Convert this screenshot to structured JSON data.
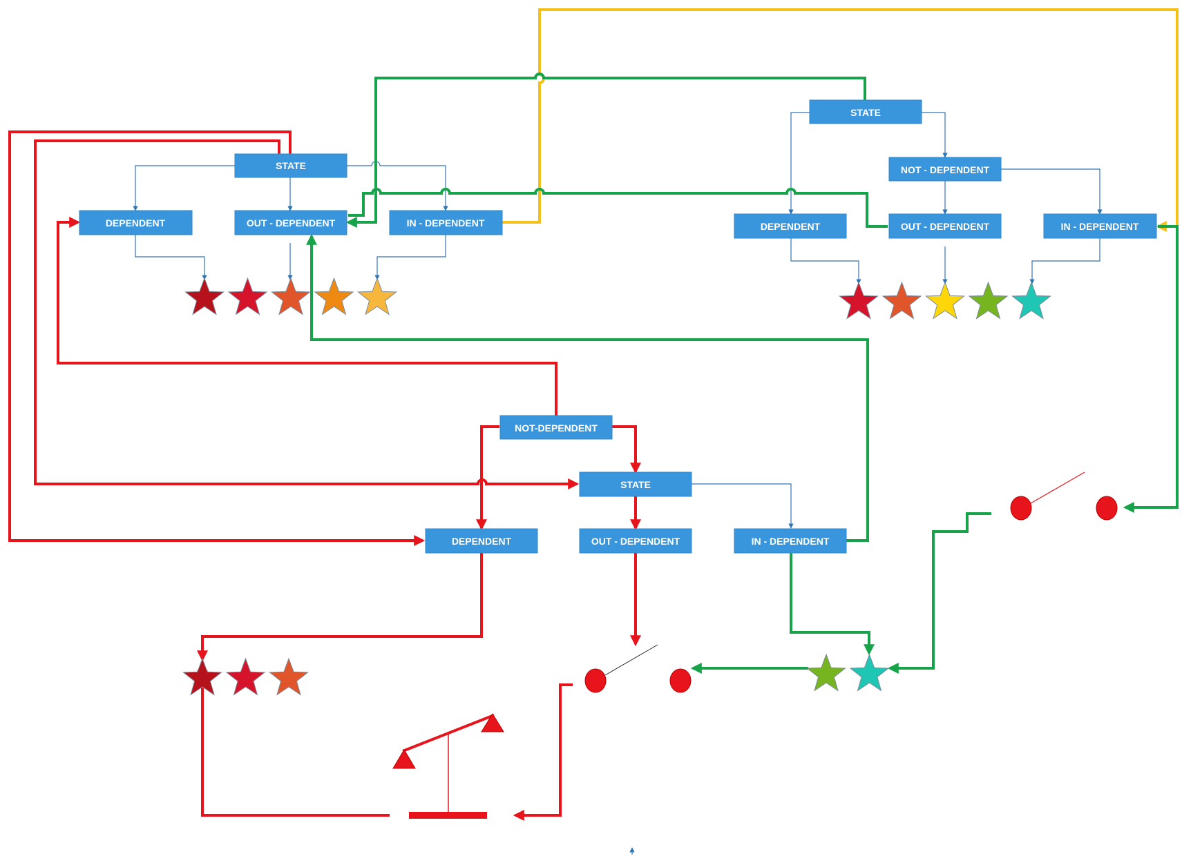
{
  "diagram": {
    "top_left": {
      "state": "STATE",
      "dependent": "DEPENDENT",
      "out_dependent": "OUT - DEPENDENT",
      "in_dependent": "IN - DEPENDENT"
    },
    "top_right": {
      "state": "STATE",
      "not_dependent": "NOT - DEPENDENT",
      "dependent": "DEPENDENT",
      "out_dependent": "OUT - DEPENDENT",
      "in_dependent": "IN - DEPENDENT"
    },
    "middle": {
      "not_dependent": "NOT-DEPENDENT",
      "state": "STATE",
      "dependent": "DEPENDENT",
      "out_dependent": "OUT - DEPENDENT",
      "in_dependent": "IN - DEPENDENT"
    }
  },
  "colors": {
    "box": "#3a96dc",
    "thin_connector": "#2e75b6",
    "red_connector": "#e8141b",
    "green_connector": "#17a34a",
    "yellow_connector": "#f5c018"
  },
  "stars": {
    "top_left": [
      "#b5121b",
      "#d5142c",
      "#e0552a",
      "#ee8a12",
      "#f6b73c"
    ],
    "top_right": [
      "#d5142c",
      "#e0552a",
      "#fed60a",
      "#76b51f",
      "#1ec6b3"
    ],
    "bottom_left": [
      "#b5121b",
      "#d5142c",
      "#e0552a"
    ],
    "bottom_right": [
      "#76b51f",
      "#1ec6b3"
    ]
  }
}
